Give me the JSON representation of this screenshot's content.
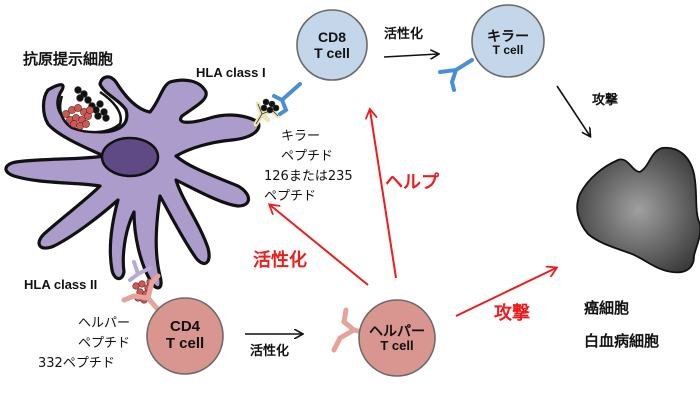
{
  "colors": {
    "apc_fill": "#ab9ccb",
    "apc_nucleus": "#5f4a85",
    "cd8_fill": "#c4d6ea",
    "cd4_fill": "#d99590",
    "tumor_dark": "#3e3e3e",
    "tumor_light": "#9a9a9a",
    "arrow_red": "#ee1c1c",
    "arrow_black": "#111111",
    "receptor_blue": "#4a8fd6",
    "receptor_pink": "#e6a29c",
    "hla1_yellow": "#ede7b8",
    "peptide_red": "#d9534f",
    "peptide_black": "#111111"
  },
  "labels": {
    "apc_title": "抗原提示細胞",
    "hla_class1": "HLA class I",
    "hla_class2": "HLA class II",
    "killer_peptide": [
      "キラー",
      "ペプチド",
      "126または235",
      "ペプチド"
    ],
    "helper_peptide": [
      "ヘルパー",
      "ペプチド",
      "332ペプチド"
    ],
    "activation_top": "活性化",
    "activation_bottom": "活性化",
    "activation_red": "活性化",
    "help_red": "ヘルプ",
    "attack_black": "攻撃",
    "attack_red": "攻撃",
    "target_cells": [
      "癌細胞",
      "白血病細胞"
    ]
  },
  "cells": {
    "cd8": [
      "CD8",
      "T cell"
    ],
    "killer": [
      "キラー",
      "T cell"
    ],
    "cd4": [
      "CD4",
      "T cell"
    ],
    "helper": [
      "ヘルパー",
      "T cell"
    ]
  }
}
